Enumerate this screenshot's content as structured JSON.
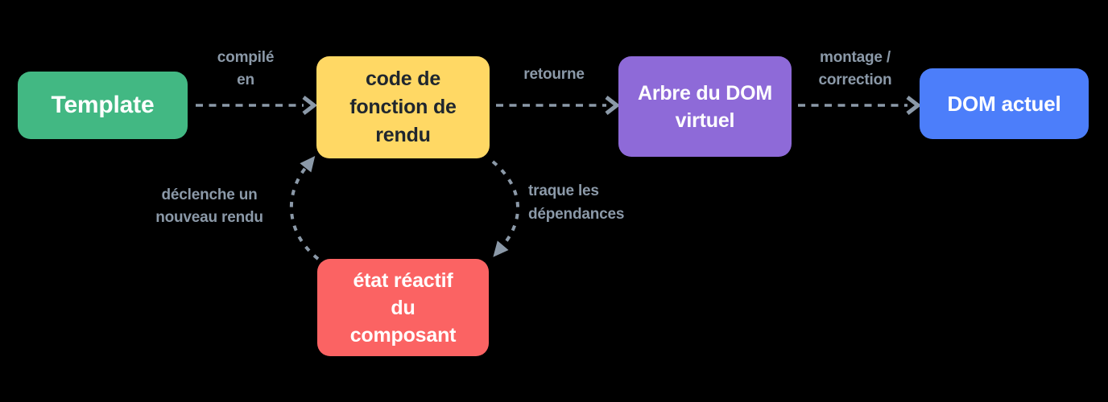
{
  "colors": {
    "background": "#000000",
    "arrow": "#8b99a8",
    "label_text": "#8b99a8"
  },
  "nodes": {
    "template": {
      "lines": [
        "Template"
      ],
      "bg": "#42b883",
      "text_color": "#ffffff"
    },
    "render_function": {
      "lines": [
        "code de",
        "fonction de",
        "rendu"
      ],
      "bg": "#ffd864",
      "text_color": "#1f262e"
    },
    "virtual_dom": {
      "lines": [
        "Arbre du DOM",
        "virtuel"
      ],
      "bg": "#8e6ad8",
      "text_color": "#ffffff"
    },
    "actual_dom": {
      "lines": [
        "DOM actuel"
      ],
      "bg": "#4c7efa",
      "text_color": "#ffffff"
    },
    "reactive_state": {
      "lines": [
        "état réactif",
        "du",
        "composant"
      ],
      "bg": "#fb6363",
      "text_color": "#ffffff"
    }
  },
  "edges": {
    "compile": {
      "lines": [
        "compilé",
        "en"
      ]
    },
    "returns": {
      "lines": [
        "retourne"
      ]
    },
    "mount": {
      "lines": [
        "montage /",
        "correction"
      ]
    },
    "track": {
      "lines": [
        "traque les",
        "dépendances"
      ]
    },
    "trigger": {
      "lines": [
        "déclenche un",
        "nouveau rendu"
      ]
    }
  }
}
